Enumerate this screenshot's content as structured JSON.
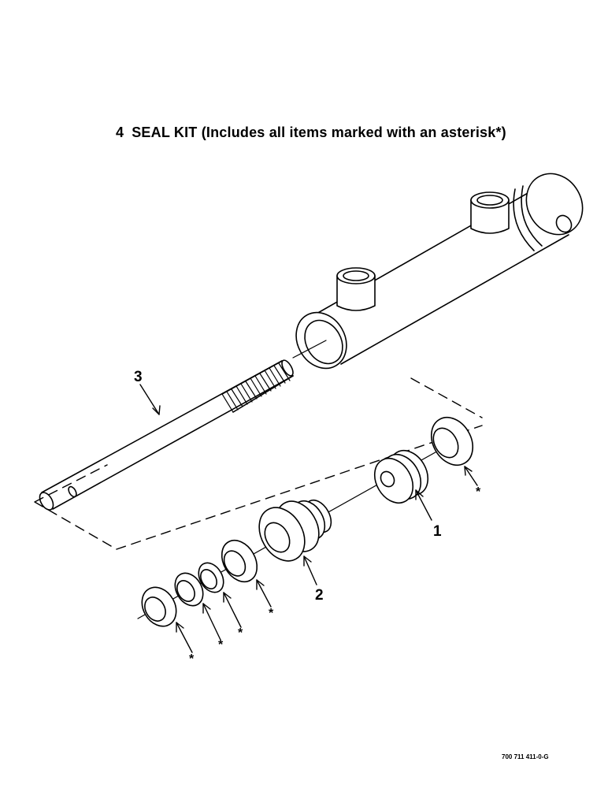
{
  "title": {
    "number": "4",
    "text": "SEAL KIT (Includes all items marked with an asterisk*)"
  },
  "callouts": [
    "1",
    "2",
    "3"
  ],
  "asterisk": "*",
  "drawing_code": "700 711 411-0-G",
  "colors": {
    "ink": "#000000",
    "paper": "#ffffff"
  }
}
